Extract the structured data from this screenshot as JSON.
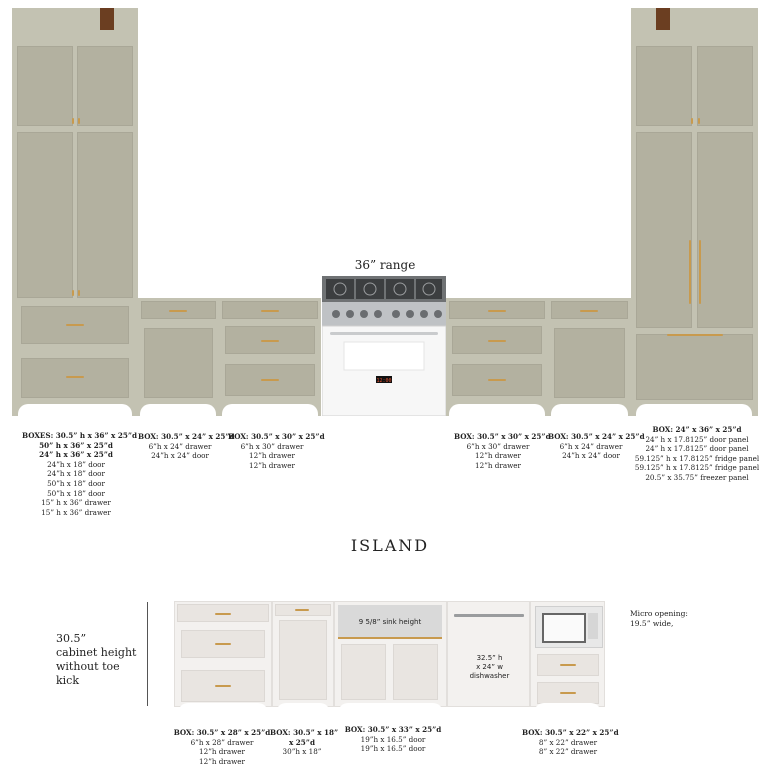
{
  "range_label": "36” range",
  "island_title": "ISLAND",
  "island_height_note": [
    "30.5”",
    "cabinet height",
    "without toe",
    "kick"
  ],
  "sink_label": "9 5/8” sink height",
  "dishwasher_label": [
    "32.5” h",
    "x 24” w",
    "dishwasher"
  ],
  "micro_label": [
    "Micro opening:",
    "19.5” wide,"
  ],
  "specs": {
    "left_tall": [
      "BOXES: 30.5” h x 36” x 25”d",
      "50” h x 36” x 25”d",
      "24” h x 36” x 25”d",
      "24”h x 18” door",
      "24”h x 18” door",
      "50”h x 18” door",
      "50”h x 18” door",
      "15” h x 36” drawer",
      "15” h x 36” drawer"
    ],
    "base_24_left": [
      "BOX: 30.5” x 24” x 25”d",
      "6”h x 24” drawer",
      "24”h x 24” door"
    ],
    "base_30_left": [
      "BOX: 30.5” x 30” x 25”d",
      "6”h x 30” drawer",
      "12”h drawer",
      "12”h drawer"
    ],
    "base_30_right": [
      "BOX: 30.5” x 30” x 25”d",
      "6”h x 30” drawer",
      "12”h drawer",
      "12”h drawer"
    ],
    "base_24_right": [
      "BOX: 30.5” x 24” x 25”d",
      "6”h x 24” drawer",
      "24”h x 24” door"
    ],
    "fridge": [
      "BOX: 24” x 36” x 25”d",
      "24” h x 17.8125” door panel",
      "24” h x 17.8125” door panel",
      "59.125” h x 17.8125” fridge panel",
      "59.125” h x 17.8125” fridge panel",
      "20.5” x 35.75” freezer panel"
    ],
    "island_drawers": [
      "BOX: 30.5” x 28” x 25”d",
      "6”h x 28” drawer",
      "12”h drawer",
      "12”h drawer"
    ],
    "island_18": [
      "BOX: 30.5” x 18”",
      "x 25”d",
      "30”h x 18”"
    ],
    "island_sink": [
      "BOX: 30.5” x 33” x 25”d",
      "19”h x 16.5” door",
      "19”h x 16.5” door"
    ],
    "island_micro": [
      "BOX: 30.5” x 22” x 25”d",
      "8” x 22” drawer",
      "8” x 22” drawer"
    ]
  },
  "range_display": "12:00",
  "colors": {
    "cabinet": "#c3c2b2",
    "island": "#f3f1ef",
    "brass": "#c89a4e",
    "leather": "#6b3e21"
  }
}
